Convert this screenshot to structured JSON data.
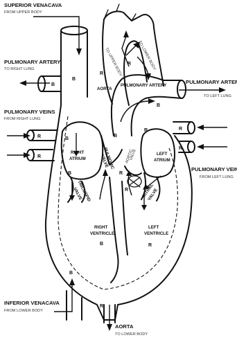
{
  "labels": {
    "superior_venacava": "SUPERIOR VENACAVA",
    "superior_venacava_sub": "FROM UPPER BODY",
    "pulmonary_artery_right": "PULMONARY ARTERY",
    "pulmonary_artery_right_sub": "TO RIGHT LUNG",
    "pulmonary_veins_right": "PULMONARY VEINS",
    "pulmonary_veins_right_sub": "FROM RIGHT LUNG",
    "inferior_venacava": "INFERIOR VENACAVA",
    "inferior_venacava_sub": "FROM LOWER BODY",
    "pulmonary_artery_left": "PULMONARY ARTERY",
    "pulmonary_artery_left_sub": "TO LEFT LUNG",
    "pulmonary_veins_left": "PULMONARY VEINS",
    "pulmonary_veins_left_sub": "FROM LEFT LUNG",
    "aorta_bottom": "AORTA",
    "aorta_bottom_sub": "TO LOWER BODY",
    "to_upper_body": "TO UPPER BODY",
    "to_lower_body": "TO LOWER BODY",
    "aorta_mid": "AORTA",
    "pulmonary_artery_mid": "PULMONARY ARTERY",
    "right_atrium_1": "RIGHT",
    "right_atrium_2": "ATRIUM",
    "left_atrium_1": "LEFT",
    "left_atrium_2": "ATRIUM",
    "pulmonic_valve_1": "PULMONIC",
    "pulmonic_valve_2": "VALVE",
    "aortic_valve_1": "AORTIC",
    "aortic_valve_2": "VALVE",
    "tricuspid_valve_1": "TRICUSPID",
    "tricuspid_valve_2": "VALVE",
    "mitral_valve_1": "MITRAL",
    "mitral_valve_2": "VALVE",
    "right_ventricle_1": "RIGHT",
    "right_ventricle_2": "VENTRICLE",
    "left_ventricle_1": "LEFT",
    "left_ventricle_2": "VENTRICLE"
  },
  "blood_marks": {
    "deoxygenated": "B",
    "oxygenated": "R"
  }
}
